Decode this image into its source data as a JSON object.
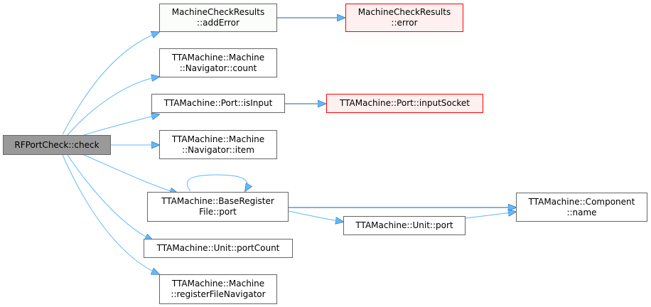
{
  "colors": {
    "edge": "#63b8ff",
    "edge_dark": "#1f5fa0",
    "root_fill": "#999999",
    "red_border": "#ff0000"
  },
  "nodes": {
    "rfportcheck_check": {
      "lines": [
        "RFPortCheck::check"
      ]
    },
    "mcr_adderror": {
      "lines": [
        "MachineCheckResults",
        "::addError"
      ]
    },
    "mcr_error": {
      "lines": [
        "MachineCheckResults",
        "::error"
      ]
    },
    "navigator_count": {
      "lines": [
        "TTAMachine::Machine",
        "::Navigator::count"
      ]
    },
    "port_isinput": {
      "lines": [
        "TTAMachine::Port::isInput"
      ]
    },
    "port_inputsocket": {
      "lines": [
        "TTAMachine::Port::inputSocket"
      ]
    },
    "navigator_item": {
      "lines": [
        "TTAMachine::Machine",
        "::Navigator::item"
      ]
    },
    "baseregfile_port": {
      "lines": [
        "TTAMachine::BaseRegister",
        "File::port"
      ]
    },
    "component_name": {
      "lines": [
        "TTAMachine::Component",
        "::name"
      ]
    },
    "unit_port": {
      "lines": [
        "TTAMachine::Unit::port"
      ]
    },
    "unit_portcount": {
      "lines": [
        "TTAMachine::Unit::portCount"
      ]
    },
    "regfile_navigator": {
      "lines": [
        "TTAMachine::Machine",
        "::registerFileNavigator"
      ]
    }
  }
}
